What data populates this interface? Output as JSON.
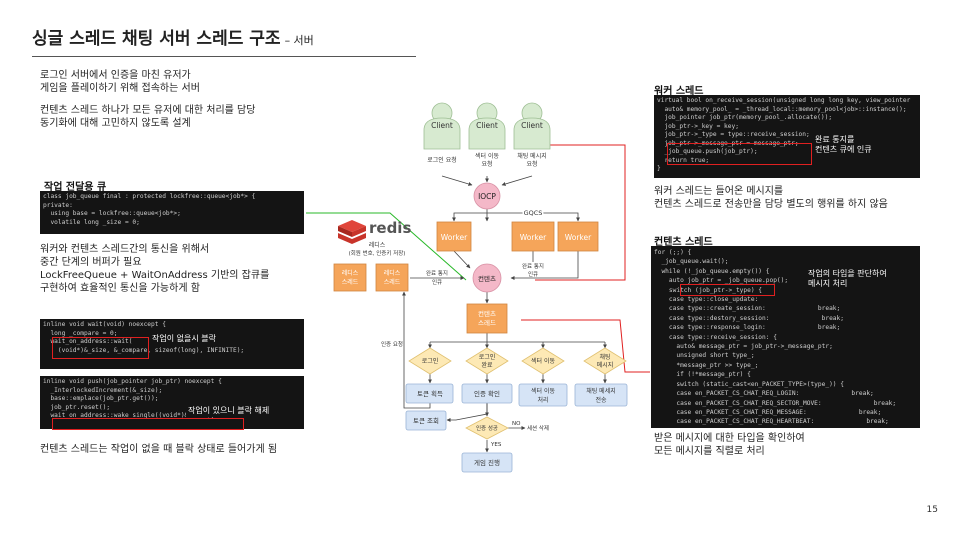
{
  "title": {
    "main": "싱글 스레드 채팅 서버 스레드 구조",
    "sub": "– 서버"
  },
  "intro": {
    "line1": "로그인 서버에서 인증을 마친 유저가",
    "line2": "게임을 플레이하기 위해 접속하는 서버",
    "line3": "컨텐츠 스레드 하나가 모든 유저에 대한 처리를 담당",
    "line4": "동기화에 대해 고민하지 않도록 설계"
  },
  "job_queue": {
    "heading": "작업 전달용 큐",
    "code": [
      "class job_queue final : protected lockfree::queue<job*> {",
      "private:",
      "  using base = lockfree::queue<job*>;",
      "  volatile long _size = 0;"
    ],
    "desc1": "워커와 컨텐츠 스레드간의 통신을 위해서",
    "desc2": "중간 단계의 버퍼가 필요",
    "desc3": "LockFreeQueue + WaitOnAddress 기반의 잡큐를",
    "desc4": "구현하여 효율적인 통신을 가능하게 함"
  },
  "wait_code": {
    "lines": [
      "inline void wait(void) noexcept {",
      "  long _compare = 0;",
      "  wait_on_address::wait(",
      "    (void*)&_size, &_compare, sizeof(long), INFINITE);"
    ],
    "note": "작업이 없을시 블락"
  },
  "push_code": {
    "lines": [
      "inline void push(job_pointer job_ptr) noexcept {",
      "  _InterlockedIncrement(&_size);",
      "  base::emplace(job_ptr.get());",
      "  job_ptr.reset();",
      "  wait_on_address::wake_single((void*)&_size);"
    ],
    "note": "작업이 있으니 블락 해제"
  },
  "contents_block_note": "컨텐츠 스레드는 작업이 없을 때 블락 상태로 들어가게 됨",
  "worker": {
    "heading": "워커 스레드",
    "code": [
      "virtual bool on_receive_session(unsigned long long key, view_pointer",
      "  auto& memory_pool_ = _thread_local::memory_pool<job>::instance();",
      "  job_pointer job_ptr(memory_pool_.allocate());",
      "  job_ptr->_key = key;",
      "  job_ptr->_type = type::receive_session;",
      "  job_ptr->_message_ptr = message_ptr;",
      "  _job_queue.push(job_ptr);",
      "  return true;",
      "}"
    ],
    "note1": "완료 통지를",
    "note2": "컨텐츠 큐에 인큐",
    "desc1": "워커 스레드는 들어온 메시지를",
    "desc2": "컨텐츠 스레드로 전송만을 담당 별도의 행위를 하지 않음"
  },
  "contents": {
    "heading": "컨텐츠 스레드",
    "code": [
      "for (;;) {",
      "  _job_queue.wait();",
      "  while (!_job_queue.empty()) {",
      "    auto job_ptr = _job_queue.pop();",
      "    switch (job_ptr->_type) {",
      "    case type::close_update:",
      "    case type::create_session:              break;",
      "    case type::destory_session:              break;",
      "    case type::response_login:              break;",
      "    case type::receive_session: {",
      "      auto& message_ptr = job_ptr->_message_ptr;",
      "      unsigned short type_;",
      "      *message_ptr >> type_;",
      "      if (!*message_ptr) {",
      "      switch (static_cast<en_PACKET_TYPE>(type_)) {",
      "      case en_PACKET_CS_CHAT_REQ_LOGIN:              break;",
      "      case en_PACKET_CS_CHAT_REQ_SECTOR_MOVE:              break;",
      "      case en_PACKET_CS_CHAT_REQ_MESSAGE:              break;",
      "      case en_PACKET_CS_CHAT_REQ_HEARTBEAT:              break;"
    ],
    "note1": "작업의 타입을 판단하여",
    "note2": "메시지 처리",
    "desc1": "받은 메시지에 대한 타입을 확인하여",
    "desc2": "모든 메시지를 직렬로 처리"
  },
  "diagram": {
    "clients": [
      "Client",
      "Client",
      "Client"
    ],
    "client_caps": [
      [
        "로그인 요청"
      ],
      [
        "섹터 이동",
        "요청"
      ],
      [
        "채팅 메시지",
        "요청"
      ]
    ],
    "iocp": "IOCP",
    "gqcs": "GQCS",
    "workers": [
      "Worker",
      "Worker",
      "Worker"
    ],
    "redis_logo": "redis",
    "redis_label": "레디스",
    "redis_sub": "(회원 번호, 인증키 저장)",
    "redis_threads": [
      [
        "레디스",
        "스레드"
      ],
      [
        "레디스",
        "스레드"
      ]
    ],
    "contents_node": "컨텐츠",
    "done_left": [
      "완료 통지",
      "인큐"
    ],
    "done_right": [
      "완료 통지",
      "인큐"
    ],
    "auth_request": "인증 요청",
    "contents_thread": [
      "컨텐츠",
      "스레드"
    ],
    "decisions": [
      [
        "로그인"
      ],
      [
        "로그인",
        "완료"
      ],
      [
        "섹터 이동"
      ],
      [
        "채팅",
        "메시지"
      ]
    ],
    "actions": [
      [
        "토큰 획득"
      ],
      [
        "인증 확인"
      ],
      [
        "섹터 이동",
        "처리"
      ],
      [
        "채팅 메세지",
        "전송"
      ]
    ],
    "token_check": "토큰 조회",
    "auth_success": "인증 성공",
    "no": "NO",
    "yes": "YES",
    "session_delete": "세션 삭제",
    "game_progress": "게임 진행"
  },
  "page_number": "15",
  "colors": {
    "accent_red": "#e02020",
    "green_line": "#28b828",
    "orange_node": "#f5a55a",
    "pink_node": "#f4b8c8",
    "blue_box": "#d6e4f6"
  }
}
